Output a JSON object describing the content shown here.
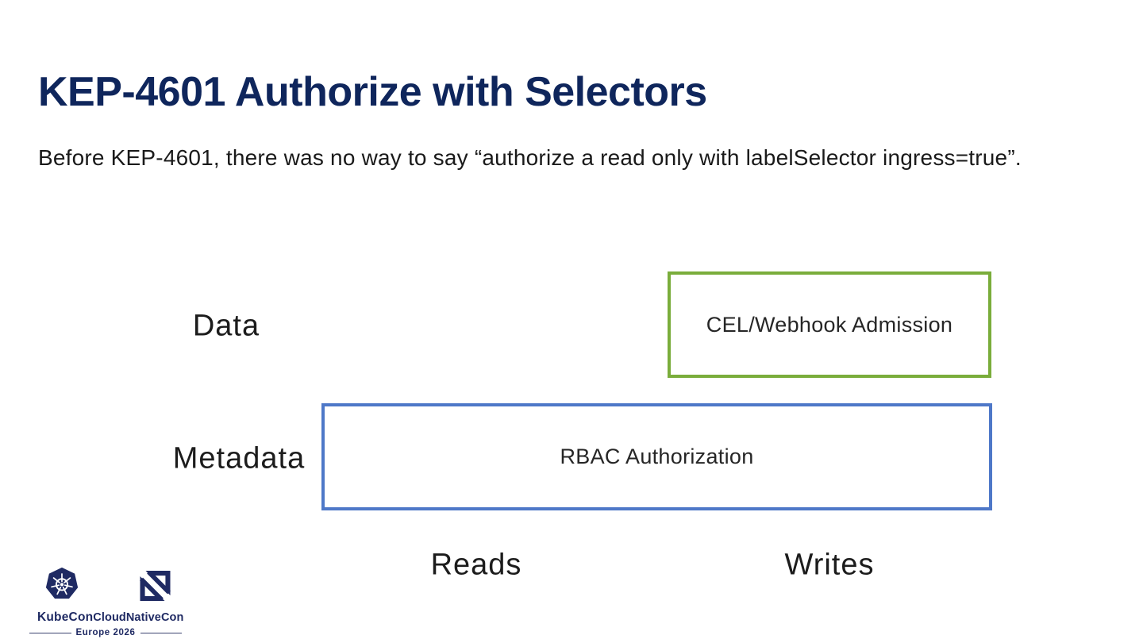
{
  "slide": {
    "title": "KEP-4601 Authorize with Selectors",
    "subtitle": "Before KEP-4601, there was no way to say “authorize a read only with labelSelector ingress=true”.",
    "colors": {
      "title_navy": "#0f265c",
      "body_text": "#1a1a1a",
      "green_border": "#7aad3b",
      "blue_border": "#4e78c8",
      "logo_navy": "#1f2a63",
      "background": "#ffffff"
    }
  },
  "diagram": {
    "row_labels": [
      "Data",
      "Metadata"
    ],
    "column_labels": [
      "Reads",
      "Writes"
    ],
    "boxes": [
      {
        "label": "CEL/Webhook Admission",
        "border_color": "#7aad3b",
        "row": "Data",
        "columns": [
          "Writes"
        ]
      },
      {
        "label": "RBAC Authorization",
        "border_color": "#4e78c8",
        "row": "Metadata",
        "columns": [
          "Reads",
          "Writes"
        ]
      }
    ]
  },
  "footer": {
    "kubecon_label": "KubeCon",
    "cloudnativecon_label": "CloudNativeCon",
    "edition": "Europe 2026"
  }
}
